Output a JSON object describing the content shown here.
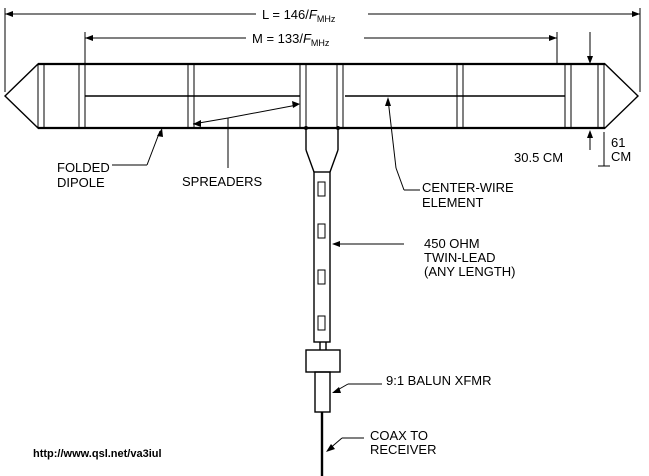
{
  "dimensions": {
    "l_label": "L = 146/",
    "m_label": "M = 133/",
    "f_symbol": "F",
    "f_subscript": "MHz",
    "short_label": "30.5 CM",
    "tall_label_line1": "61",
    "tall_label_line2": "CM"
  },
  "labels": {
    "folded_dipole_line1": "FOLDED",
    "folded_dipole_line2": "DIPOLE",
    "spreaders": "SPREADERS",
    "center_wire_line1": "CENTER-WIRE",
    "center_wire_line2": "ELEMENT",
    "twin_lead_line1": "450 OHM",
    "twin_lead_line2": "TWIN-LEAD",
    "twin_lead_line3": "(ANY LENGTH)",
    "balun": "9:1 BALUN XFMR",
    "coax_line1": "COAX TO",
    "coax_line2": "RECEIVER"
  },
  "footer": {
    "url": "http://www.qsl.net/va3iul"
  }
}
